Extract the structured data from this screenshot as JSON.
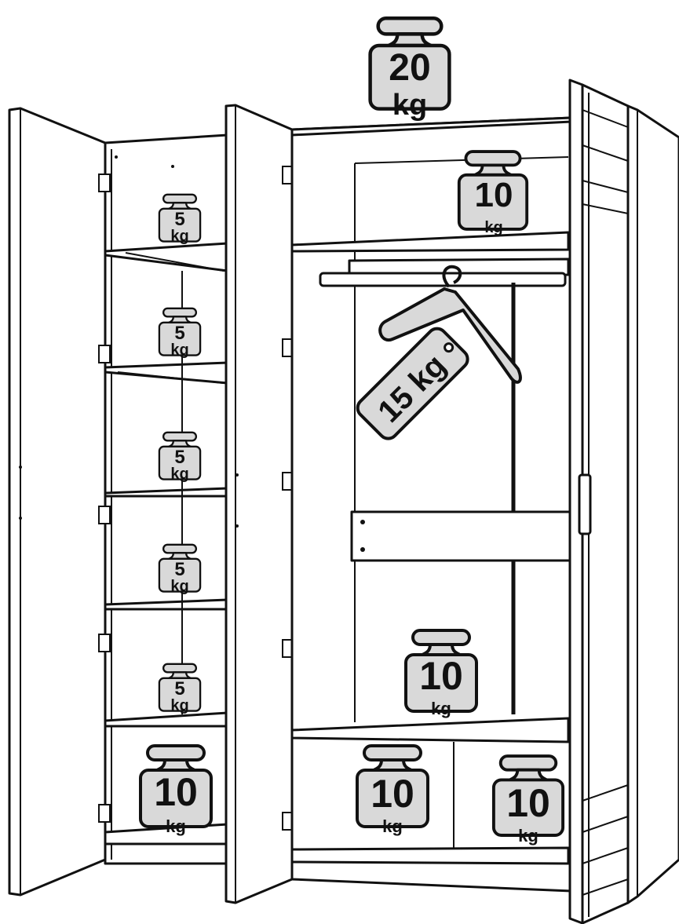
{
  "colors": {
    "outline": "#111111",
    "weight_fill": "#d9d9d9",
    "background": "#ffffff"
  },
  "weights": {
    "top": {
      "value": "20",
      "unit": "kg"
    },
    "upper_right_shelf": {
      "value": "10",
      "unit": "kg"
    },
    "hanging_rail": {
      "value": "15",
      "unit": "kg",
      "text": "15 kg"
    },
    "left_shelf_1": {
      "value": "5",
      "unit": "kg"
    },
    "left_shelf_2": {
      "value": "5",
      "unit": "kg"
    },
    "left_shelf_3": {
      "value": "5",
      "unit": "kg"
    },
    "left_shelf_4": {
      "value": "5",
      "unit": "kg"
    },
    "left_shelf_5": {
      "value": "5",
      "unit": "kg"
    },
    "left_bottom": {
      "value": "10",
      "unit": "kg"
    },
    "middle_shelf": {
      "value": "10",
      "unit": "kg"
    },
    "bottom_center": {
      "value": "10",
      "unit": "kg"
    },
    "bottom_right": {
      "value": "10",
      "unit": "kg"
    }
  }
}
